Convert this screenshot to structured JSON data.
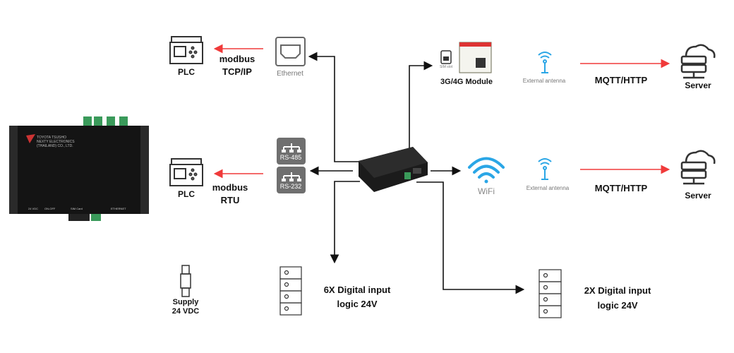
{
  "device": {
    "brand_text": "TOYOTA TSUSHO NEXTY ELECTRONICS (THAILAND) CO., LTD.",
    "ports": [
      "24 VDC",
      "ON-OFF",
      "SIM Card",
      "ETHERNET"
    ]
  },
  "plc_tcp": {
    "label": "PLC",
    "protocol_line1": "modbus",
    "protocol_line2": "TCP/IP"
  },
  "ethernet": {
    "label": "Ethernet"
  },
  "cellular": {
    "sim_label": "SIM slot",
    "label": "3G/4G Module"
  },
  "antenna1": {
    "label": "External antenna"
  },
  "link1": {
    "label": "MQTT/HTTP"
  },
  "server1": {
    "label": "Server"
  },
  "rs485": {
    "label": "RS-485"
  },
  "rs232": {
    "label": "RS-232"
  },
  "plc_rtu": {
    "label": "PLC",
    "protocol_line1": "modbus",
    "protocol_line2": "RTU"
  },
  "wifi": {
    "label": "WiFi"
  },
  "antenna2": {
    "label": "External antenna"
  },
  "link2": {
    "label": "MQTT/HTTP"
  },
  "server2": {
    "label": "Server"
  },
  "supply": {
    "line1": "Supply",
    "line2": "24 VDC"
  },
  "di6": {
    "line1": "6X Digital input",
    "line2": "logic 24V"
  },
  "di2": {
    "line1": "2X Digital input",
    "line2": "logic 24V"
  },
  "colors": {
    "red_arrow": "#f03a3a",
    "wifi_blue": "#2aa6e6",
    "icon_gray": "#6f6f6f"
  }
}
